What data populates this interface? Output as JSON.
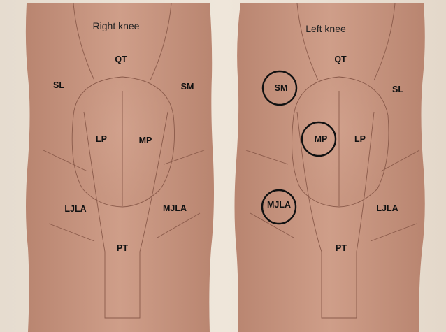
{
  "figure": {
    "right_knee": {
      "title": "Right knee",
      "labels": {
        "qt": "QT",
        "sl": "SL",
        "sm": "SM",
        "lp": "LP",
        "mp": "MP",
        "ljla": "LJLA",
        "mjla": "MJLA",
        "pt": "PT"
      }
    },
    "left_knee": {
      "title": "Left knee",
      "labels": {
        "qt": "QT",
        "sm": "SM",
        "sl": "SL",
        "mp": "MP",
        "lp": "LP",
        "mjla": "MJLA",
        "ljla": "LJLA",
        "pt": "PT"
      },
      "circled": [
        "SM",
        "MP",
        "MJLA"
      ]
    },
    "colors": {
      "skin": "#c99782",
      "background": "#e8ddd0",
      "outline": "#8a5a4a",
      "circle": "#111111"
    }
  }
}
